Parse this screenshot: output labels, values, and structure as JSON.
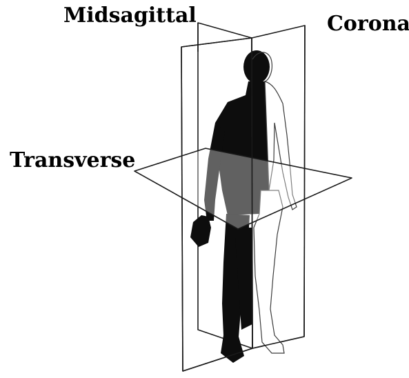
{
  "labels": {
    "midsagittal": "Midsagittal",
    "coronal": "Coronal",
    "transverse": "Transverse"
  },
  "colors": {
    "plane_stroke": "#1a1a1a",
    "plane_fill": "#ffffff",
    "silhouette": "#0d0d0d",
    "outline": "#3a3a3a"
  }
}
